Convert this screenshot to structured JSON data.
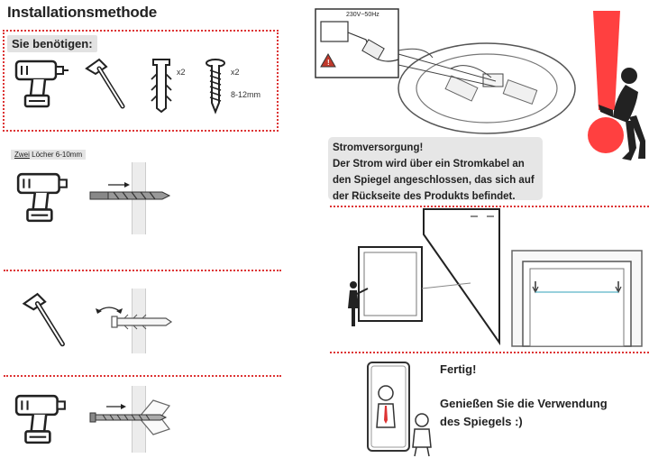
{
  "title": "Installationsmethode",
  "needs": {
    "label": "Sie benötigen:",
    "anchor_qty": "x2",
    "screw_qty": "x2",
    "screw_size": "8-12mm"
  },
  "step_holes": {
    "underlined": "Zwei",
    "rest": " Löcher 6-10mm"
  },
  "power": {
    "voltage": "230V~50Hz",
    "heading": "Stromversorgung!",
    "line1": "Der Strom wird über ein Stromkabel an",
    "line2": "den Spiegel angeschlossen, das sich auf",
    "line3": "der Rückseite des Produkts befindet."
  },
  "finish": {
    "done": "Fertig!",
    "line1": "Genießen Sie die Verwendung",
    "line2": "des Spiegels  :)"
  },
  "colors": {
    "accent_red": "#d33333",
    "label_gray": "#e4e4e4"
  }
}
